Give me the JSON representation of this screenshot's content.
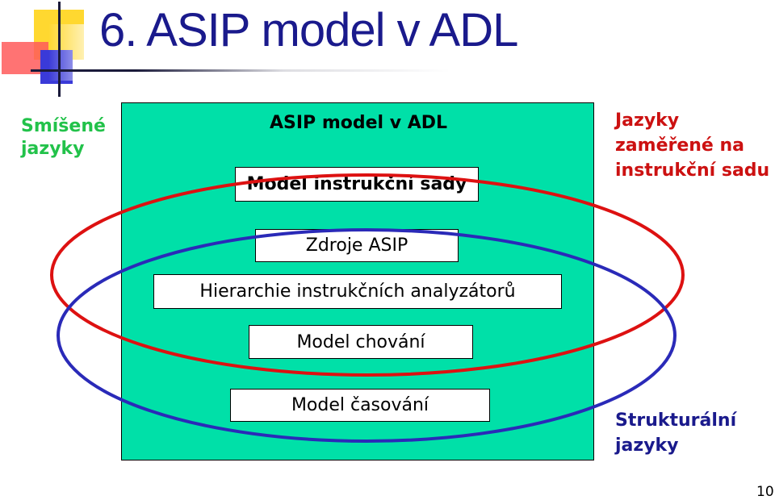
{
  "slide": {
    "title": "6. ASIP model v ADL",
    "page_number": "10"
  },
  "panel": {
    "heading": "ASIP model v ADL",
    "color": "#00e0a8",
    "boxes": {
      "instruction_set_model": "Model instrukční sady",
      "asip_resources": "Zdroje ASIP",
      "analyzer_hierarchy": "Hierarchie instrukčních analyzátorů",
      "behavior_model": "Model chování",
      "timing_model": "Model časování"
    }
  },
  "labels": {
    "mixed_languages": [
      "Smíšené",
      "jazyky"
    ],
    "instruction_set_languages": [
      "Jazyky",
      "zaměřené na",
      "instrukční sadu"
    ],
    "structural_languages": [
      "Strukturální",
      "jazyky"
    ]
  },
  "colors": {
    "title": "#1a1a8c",
    "mixed": "#22c24a",
    "instruction_set_ellipse": "#dd1111",
    "structural_ellipse": "#2a2ab8"
  }
}
